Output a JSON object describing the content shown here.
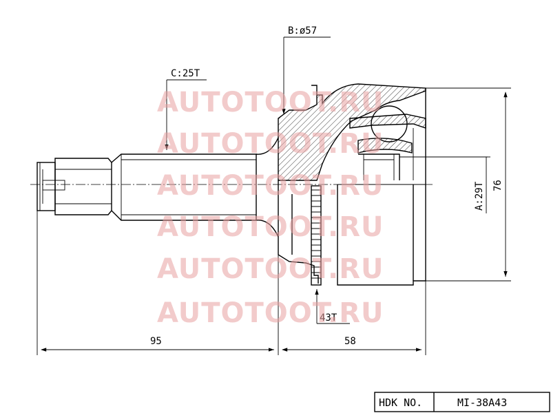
{
  "watermark": {
    "text": "AUTOTOOT.RU",
    "color": "#e8a0a0",
    "repeat_count": 6
  },
  "dimensions": {
    "spline_shaft": "C:25T",
    "bell_diameter": "B:ø57",
    "inner_spline": "A:29T",
    "outer_diameter": "76",
    "abs_ring": "43T",
    "shaft_length": "95",
    "bell_length": "58"
  },
  "title_block": {
    "label": "HDK NO.",
    "part_number": "MI-38A43"
  }
}
